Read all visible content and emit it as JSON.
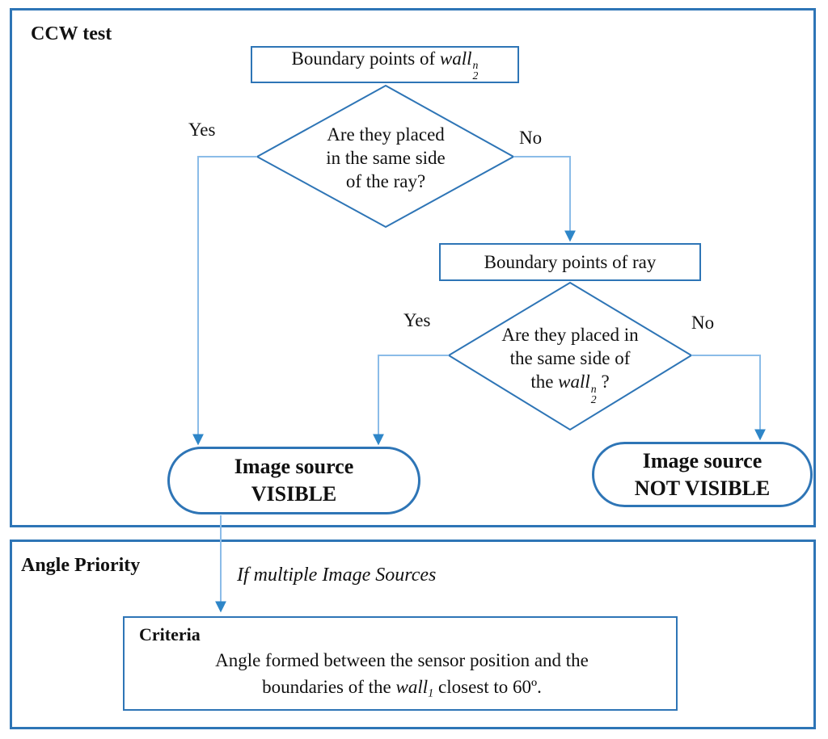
{
  "colors": {
    "shape_border": "#2E75B6",
    "connector": "#8BBCE8",
    "arrowhead": "#2E86C8",
    "text": "#111111"
  },
  "ccw": {
    "title": "CCW test",
    "start_box": {
      "prefix": "Boundary points of ",
      "math_base": "wall",
      "math_sup": "n",
      "math_sub": "2"
    },
    "decision1": {
      "line1": "Are they placed",
      "line2": "in the same side",
      "line3": "of the ray?",
      "yes_label": "Yes",
      "no_label": "No"
    },
    "ray_box": {
      "label": "Boundary points of ray"
    },
    "decision2": {
      "line1": "Are they placed in",
      "line2": "the same side of",
      "line3_prefix": "the ",
      "math_base": "wall",
      "math_sup": "n",
      "math_sub": "2",
      "line3_suffix": " ?",
      "yes_label": "Yes",
      "no_label": "No"
    },
    "visible_box": {
      "line1": "Image source",
      "line2": "VISIBLE"
    },
    "not_visible_box": {
      "line1": "Image source",
      "line2": "NOT VISIBLE"
    }
  },
  "angle": {
    "title": "Angle Priority",
    "condition": "If multiple Image Sources",
    "criteria": {
      "title": "Criteria",
      "line1": "Angle formed between the sensor position and the",
      "line2_prefix": "boundaries of the  ",
      "math_base": "wall",
      "math_sub": "1",
      "line2_suffix": " closest to 60º."
    }
  }
}
